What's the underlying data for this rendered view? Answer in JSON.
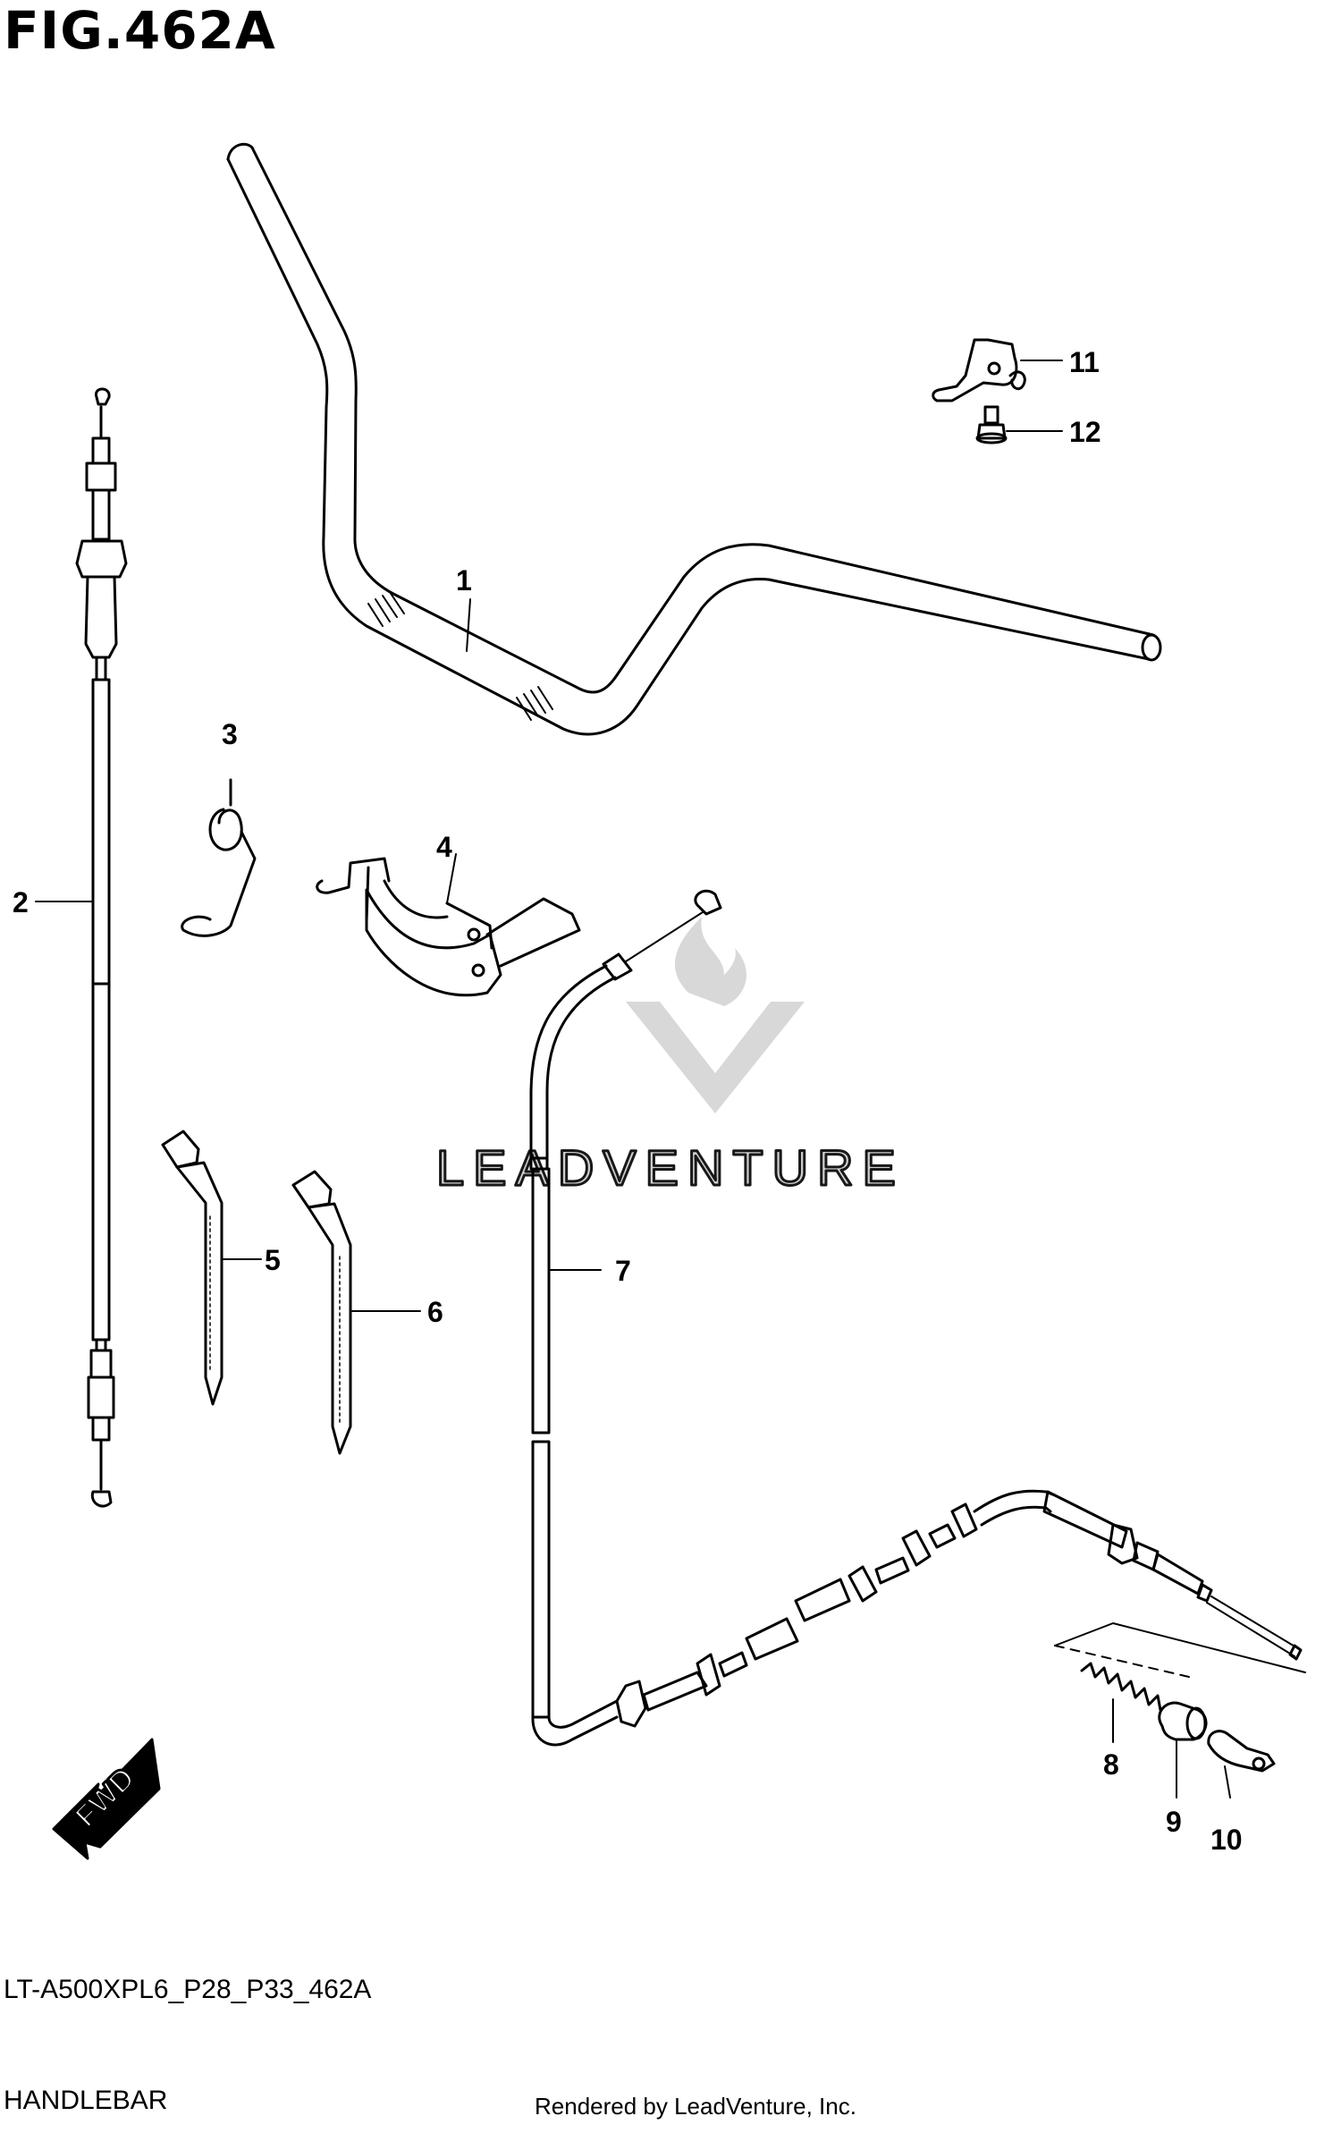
{
  "figure": {
    "title": "FIG.462A",
    "drawing_code": "LT-A500XPL6_P28_P33_462A",
    "section_name": "HANDLEBAR",
    "credit": "Rendered by LeadVenture, Inc.",
    "watermark": "LEADVENTURE",
    "direction_badge": "FWD"
  },
  "callouts": [
    {
      "id": "1",
      "part": "handlebar"
    },
    {
      "id": "2",
      "part": "cable"
    },
    {
      "id": "3",
      "part": "clip-spring"
    },
    {
      "id": "4",
      "part": "clamp-bracket"
    },
    {
      "id": "5",
      "part": "cable-tie"
    },
    {
      "id": "6",
      "part": "cable-tie"
    },
    {
      "id": "7",
      "part": "cable"
    },
    {
      "id": "8",
      "part": "spring"
    },
    {
      "id": "9",
      "part": "sleeve"
    },
    {
      "id": "10",
      "part": "clip"
    },
    {
      "id": "11",
      "part": "bracket"
    },
    {
      "id": "12",
      "part": "screw"
    }
  ],
  "colors": {
    "line": "#000000",
    "watermark": "#c9c9c9"
  }
}
